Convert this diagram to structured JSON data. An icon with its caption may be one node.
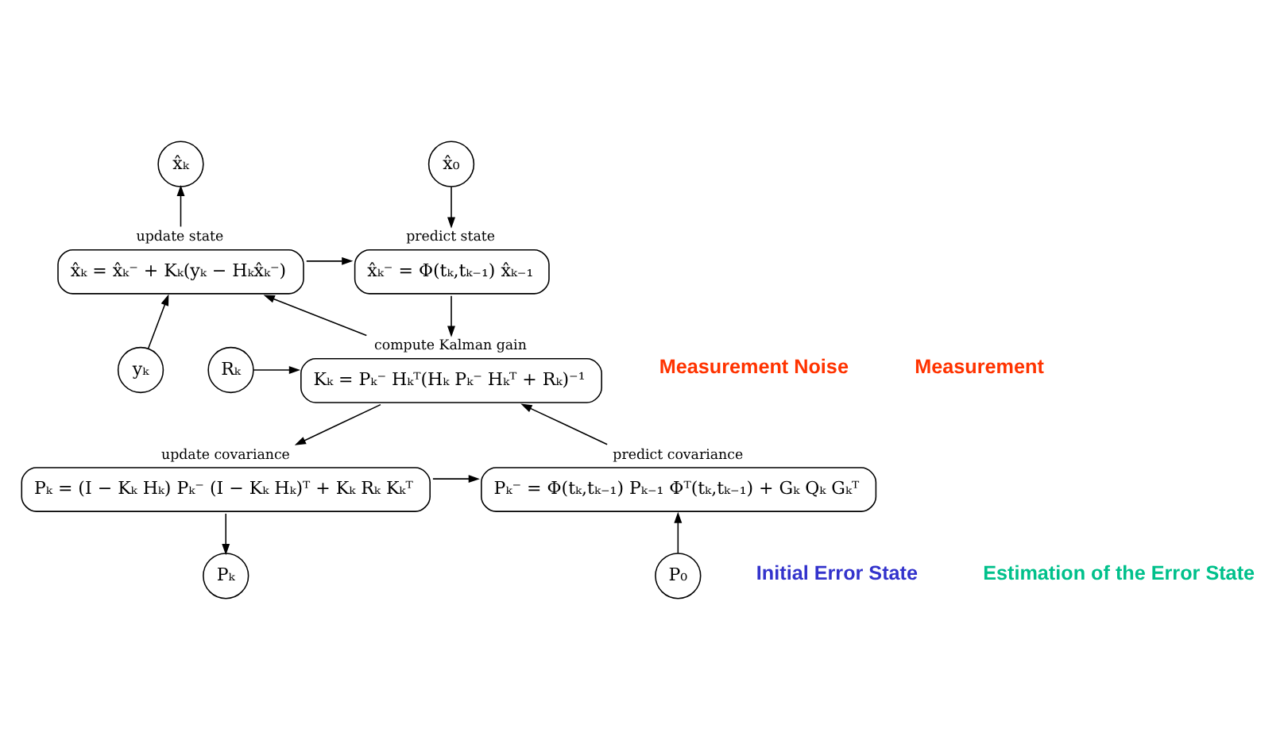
{
  "diagram": {
    "nodes": [
      {
        "text": [
          "x̂₀"
        ]
      },
      {
        "text": [
          "predict state",
          "x̂ₖ⁻ = Φ(tₖ,tₖ₋₁) x̂ₖ₋₁"
        ]
      },
      {
        "text": [
          "update state",
          "x̂ₖ = x̂ₖ⁻ + Kₖ(yₖ − Hₖx̂ₖ⁻)"
        ]
      },
      {
        "text": [
          "x̂ₖ"
        ]
      },
      {
        "text": [
          "compute Kalman gain",
          "Kₖ = Pₖ⁻ Hₖᵀ(Hₖ Pₖ⁻ Hₖᵀ + Rₖ)⁻¹"
        ]
      },
      {
        "text": [
          "yₖ"
        ]
      },
      {
        "text": [
          "Rₖ"
        ]
      },
      {
        "text": [
          "predict covariance",
          "Pₖ⁻ = Φ(tₖ,tₖ₋₁) Pₖ₋₁ Φᵀ(tₖ,tₖ₋₁) + Gₖ Qₖ Gₖᵀ"
        ]
      },
      {
        "text": [
          "update covariance",
          "Pₖ = (I − Kₖ Hₖ) Pₖ⁻ (I − Kₖ Hₖ)ᵀ + Kₖ Rₖ Kₖᵀ"
        ]
      },
      {
        "text": [
          "P₀"
        ]
      },
      {
        "text": [
          "Pₖ"
        ]
      }
    ],
    "edges": [
      {
        "from": 0,
        "to": 1,
        "arrow": "to"
      },
      {
        "from": 2,
        "to": 1,
        "arrow": "to"
      },
      {
        "from": 2,
        "to": 3,
        "arrow": "to"
      },
      {
        "from": 1,
        "to": 4,
        "arrow": "to"
      },
      {
        "from": 4,
        "to": 2,
        "arrow": "to"
      },
      {
        "from": 5,
        "to": 2,
        "arrow": "to"
      },
      {
        "from": 6,
        "to": 4,
        "arrow": "to"
      },
      {
        "from": 7,
        "to": 4,
        "arrow": "to"
      },
      {
        "from": 4,
        "to": 8,
        "arrow": "to"
      },
      {
        "from": 8,
        "to": 7,
        "arrow": "to"
      },
      {
        "from": 9,
        "to": 7,
        "arrow": "to"
      },
      {
        "from": 8,
        "to": 10,
        "arrow": "to"
      }
    ],
    "labels": [
      "Measurement Noise",
      "Measurement",
      "Initial Error State",
      "Estimation of the Error State"
    ]
  }
}
